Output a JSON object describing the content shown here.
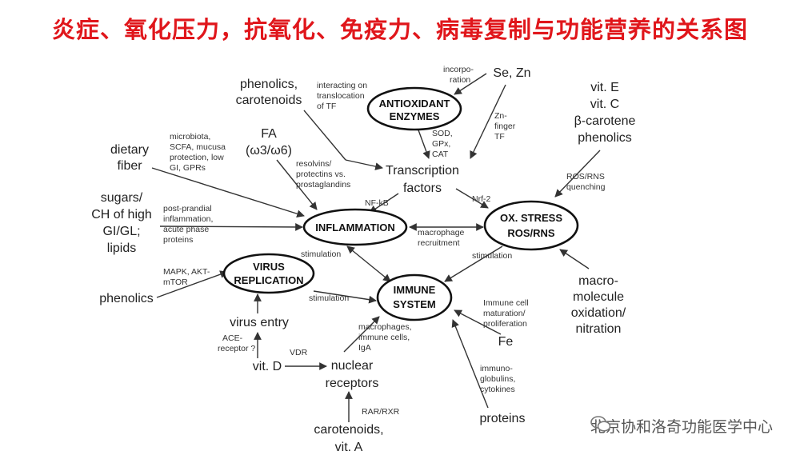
{
  "title": "炎症、氧化压力，抗氧化、免疫力、病毒复制与功能营养的关系图",
  "hubs": {
    "antioxidant": [
      "ANTIOXIDANT",
      "ENZYMES"
    ],
    "inflammation": [
      "INFLAMMATION"
    ],
    "ox_stress": [
      "OX. STRESS",
      "ROS/RNS"
    ],
    "virus": [
      "VIRUS",
      "REPLICATION"
    ],
    "immune": [
      "IMMUNE",
      "SYSTEM"
    ]
  },
  "nodes": {
    "phenolics_carotenoids": [
      "phenolics,",
      "carotenoids"
    ],
    "se_zn": [
      "Se, Zn"
    ],
    "vitamins": [
      "vit. E",
      "vit. C",
      "β-carotene",
      "phenolics"
    ],
    "fa": [
      "FA",
      "(ω3/ω6)"
    ],
    "dietary_fiber": [
      "dietary",
      "fiber"
    ],
    "transcription": [
      "Transcription",
      "factors"
    ],
    "sugars": [
      "sugars/",
      "CH of high",
      "GI/GL;",
      "lipids"
    ],
    "phenolics2": [
      "phenolics"
    ],
    "virus_entry": [
      "virus entry"
    ],
    "vit_d": [
      "vit. D"
    ],
    "nuclear": [
      "nuclear",
      "receptors"
    ],
    "carotenoids_vita": [
      "carotenoids,",
      "vit. A"
    ],
    "proteins": [
      "proteins"
    ],
    "fe": [
      "Fe"
    ],
    "macromolecule": [
      "macro-",
      "molecule",
      "oxidation/",
      "nitration"
    ]
  },
  "labels": {
    "incorporation": [
      "incorpo-",
      "ration"
    ],
    "interacting": [
      "interacting on",
      "translocation",
      "of TF"
    ],
    "zn_finger": [
      "Zn-",
      "finger",
      "TF"
    ],
    "sod": [
      "SOD,",
      "GPx,",
      "CAT"
    ],
    "microbiota": [
      "microbiota,",
      "SCFA, mucusa",
      "protection, low",
      "GI, GPRs"
    ],
    "resolvins": [
      "resolvins/",
      "protectins vs.",
      "prostaglandins"
    ],
    "ros_quench": [
      "ROS/RNS",
      "quenching"
    ],
    "nfkb": [
      "NF-kB"
    ],
    "nrf2": [
      "Nrf-2"
    ],
    "postprandial": [
      "post-prandial",
      "inflammation,",
      "acute phase",
      "proteins"
    ],
    "macrophage_recruit": [
      "macrophage",
      "recruitment"
    ],
    "stim1": [
      "stimulation"
    ],
    "stim2": [
      "stimulation"
    ],
    "stim3": [
      "stimulation"
    ],
    "mapk": [
      "MAPK, AKT-",
      "mTOR"
    ],
    "immune_cell": [
      "Immune cell",
      "maturation/",
      "proliferation"
    ],
    "ace": [
      "ACE-",
      "receptor ?"
    ],
    "vdr": [
      "VDR"
    ],
    "macrophages": [
      "macrophages,",
      "immune cells,",
      "IgA"
    ],
    "immunoglobulins": [
      "immuno-",
      "globulins,",
      "cytokines"
    ],
    "rar": [
      "RAR/RXR"
    ]
  },
  "watermark": "北京协和洛奇功能医学中心"
}
